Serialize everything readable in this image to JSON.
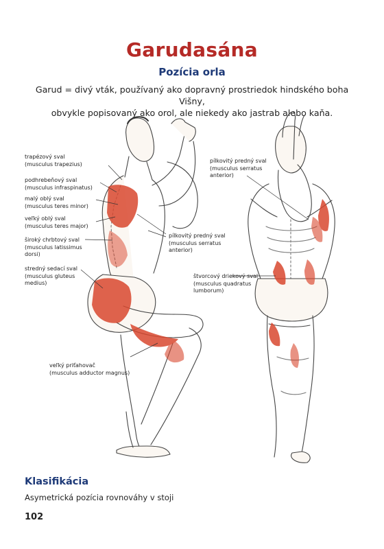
{
  "header": {
    "title": "Garudasána",
    "subtitle": "Pozícia orla",
    "description_line1": "Garud = divý vták, používaný ako dopravný prostriedok hindského boha Višny,",
    "description_line2": "obvykle popisovaný ako orol, ale niekedy ako jastrab alebo kaňa."
  },
  "labels": {
    "trapezius": {
      "line1": "trapézový sval",
      "line2": "(musculus trapezius)"
    },
    "infraspinatus": {
      "line1": "podhrebeňový sval",
      "line2": "(musculus infraspinatus)"
    },
    "teres_minor": {
      "line1": "malý oblý sval",
      "line2": "(musculus teres minor)"
    },
    "teres_major": {
      "line1": "veľký oblý sval",
      "line2": "(musculus teres major)"
    },
    "latissimus": {
      "line1": "široký chrbtový sval",
      "line2": "(musculus latissimus",
      "line3": "dorsi)"
    },
    "gluteus_medius": {
      "line1": "stredný sedací sval",
      "line2": "(musculus gluteus",
      "line3": "medius)"
    },
    "serratus_left": {
      "line1": "pílkovitý predný sval",
      "line2": "(musculus serratus",
      "line3": "anterior)"
    },
    "adductor_magnus": {
      "line1": "veľký priťahovač",
      "line2": "(musculus adductor magnus)"
    },
    "serratus_right": {
      "line1": "pílkovitý predný sval",
      "line2": "(musculus serratus",
      "line3": "anterior)"
    },
    "quadratus": {
      "line1": "štvorcový driekový sval",
      "line2": "(musculus quadratus",
      "line3": "lumborum)"
    }
  },
  "footer": {
    "section_title": "Klasifikácia",
    "section_text": "Asymetrická pozícia rovnováhy v stoji",
    "page_number": "102"
  },
  "colors": {
    "title": "#b52a26",
    "subtitle": "#1e3a78",
    "muscle": "#d9472f",
    "line": "#333333"
  }
}
